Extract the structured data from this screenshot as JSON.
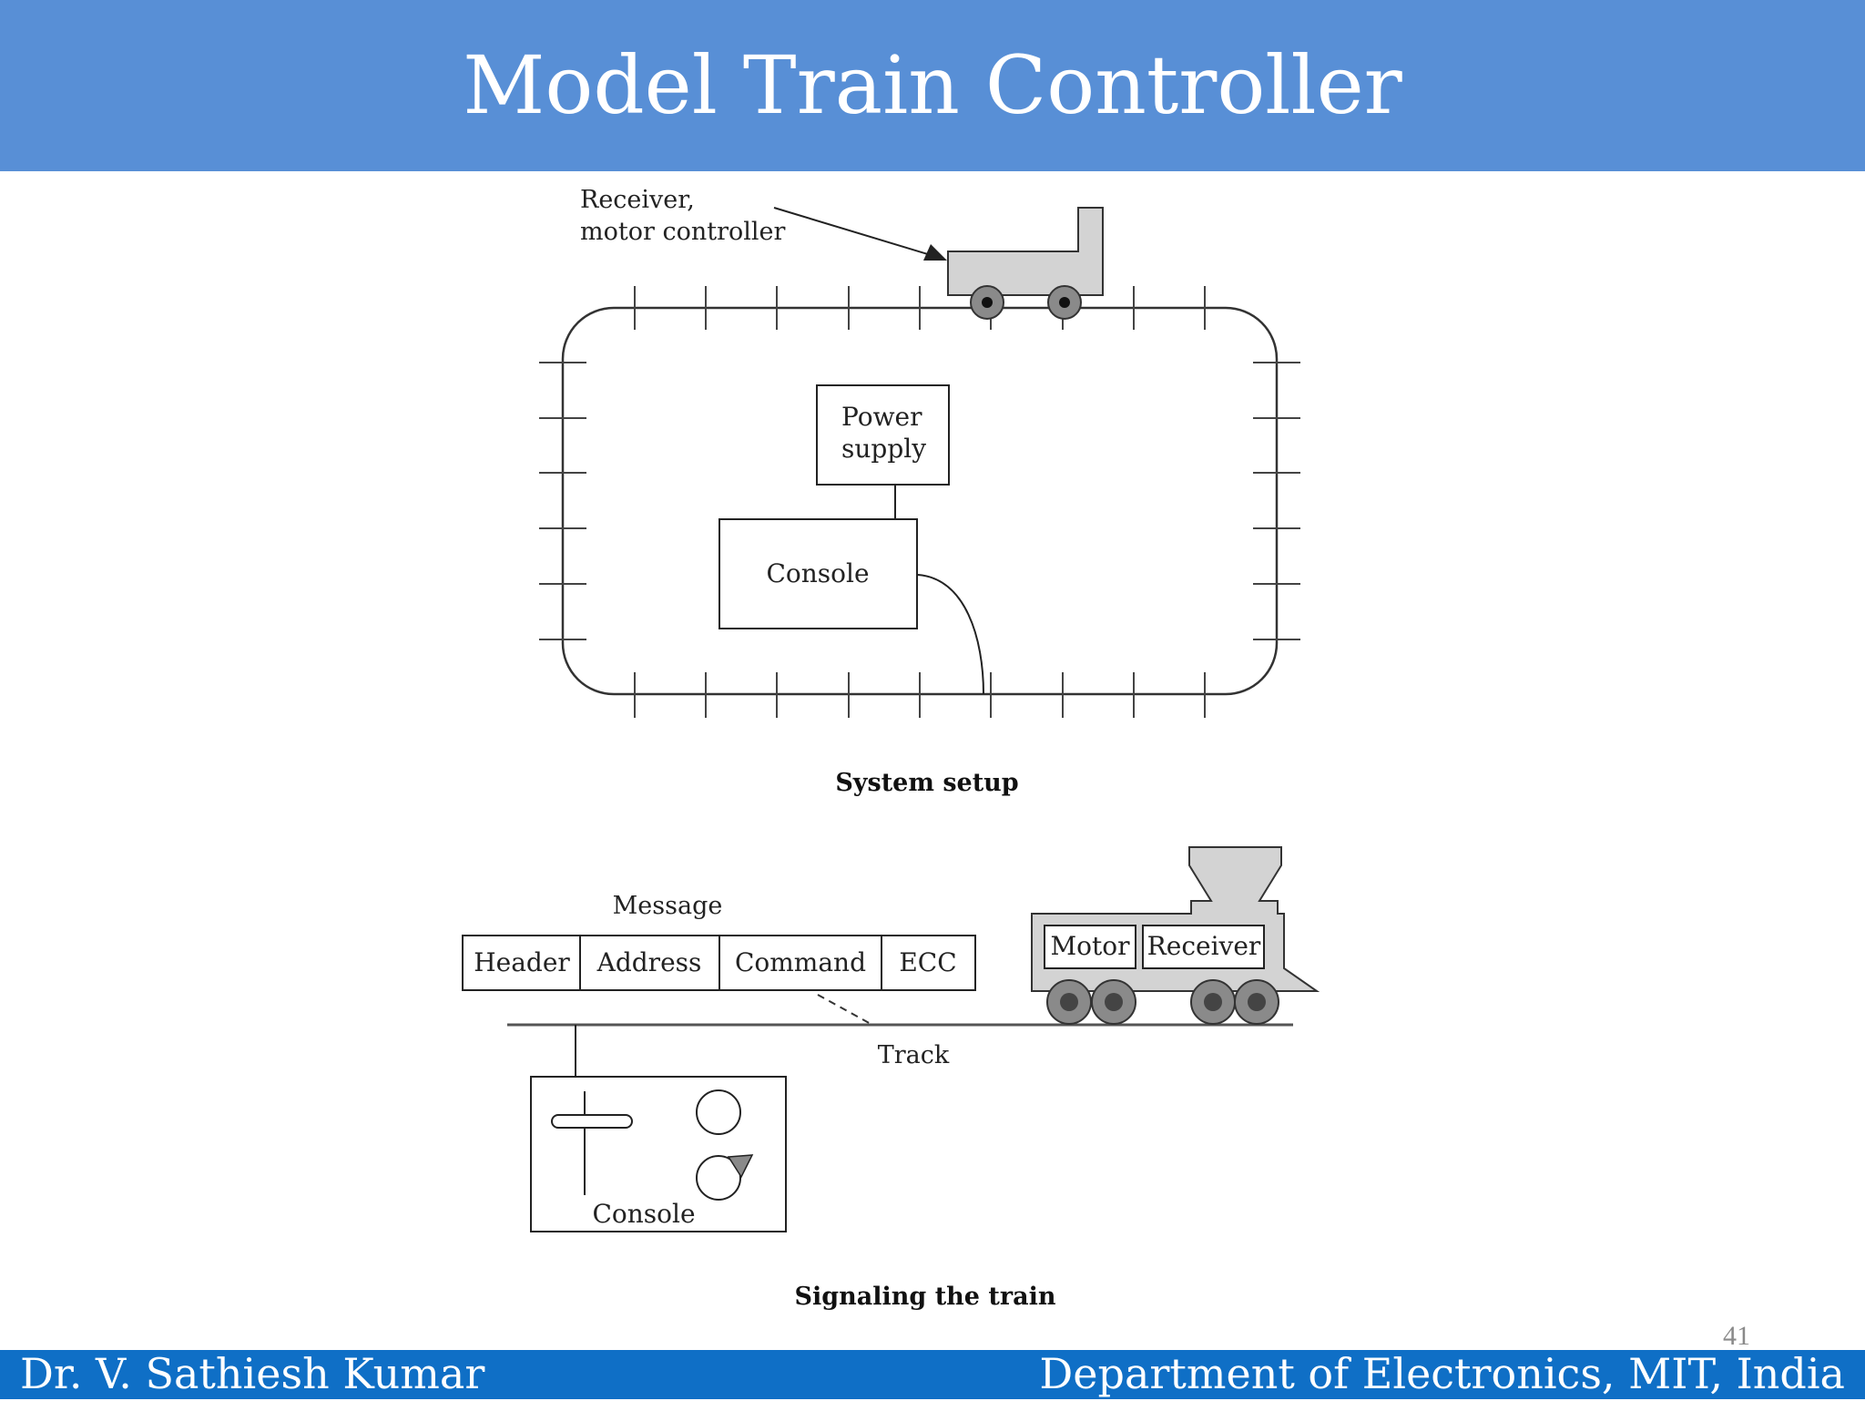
{
  "slide": {
    "title": "Model Train Controller",
    "page_number": "41"
  },
  "footer": {
    "author": "Dr. V. Sathiesh Kumar",
    "department": "Department of Electronics, MIT, India"
  },
  "system_setup": {
    "receiver_label_line1": "Receiver,",
    "receiver_label_line2": "motor controller",
    "power_supply_line1": "Power",
    "power_supply_line2": "supply",
    "console_label": "Console",
    "caption": "System setup"
  },
  "signaling": {
    "message_label": "Message",
    "message_fields": [
      "Header",
      "Address",
      "Command",
      "ECC"
    ],
    "motor_label": "Motor",
    "receiver_label": "Receiver",
    "track_label": "Track",
    "console_label": "Console",
    "caption": "Signaling the train"
  },
  "colors": {
    "title_bar": "#588fd6",
    "footer_bar": "#0f6fc6",
    "train_fill": "#d3d3d3"
  }
}
